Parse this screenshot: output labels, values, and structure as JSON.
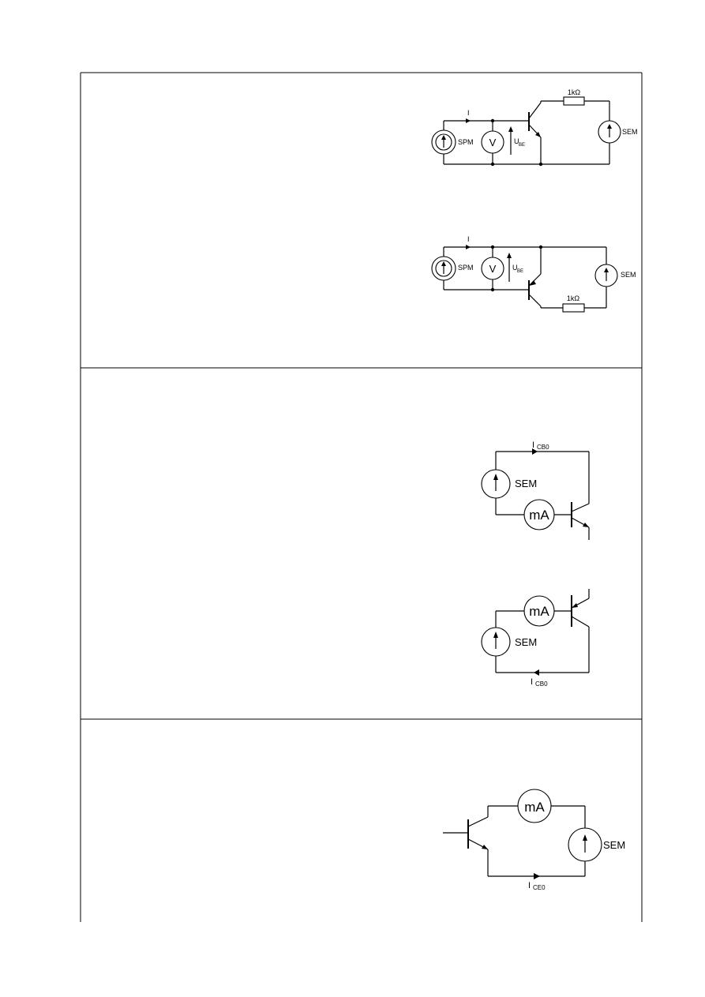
{
  "circuit1": {
    "current_label": "I",
    "source_label": "SPM",
    "meter_label": "V",
    "voltage_label": "U",
    "voltage_sub": "BE",
    "resistor_label": "1kΩ",
    "supply_label": "SEM"
  },
  "circuit2": {
    "current_label": "I",
    "source_label": "SPM",
    "meter_label": "V",
    "voltage_label": "U",
    "voltage_sub": "BE",
    "resistor_label": "1kΩ",
    "supply_label": "SEM"
  },
  "circuit3": {
    "current_label": "I",
    "current_sub": "CB0",
    "supply_label": "SEM",
    "meter_label": "mA"
  },
  "circuit4": {
    "current_label": "I",
    "current_sub": "CB0",
    "supply_label": "SEM",
    "meter_label": "mA"
  },
  "circuit5": {
    "current_label": "I",
    "current_sub": "CE0",
    "supply_label": "SEM",
    "meter_label": "mA"
  }
}
